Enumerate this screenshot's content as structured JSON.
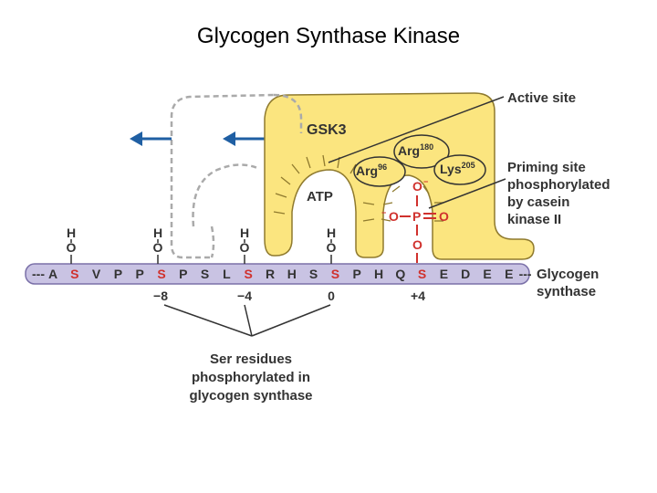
{
  "title": "Glycogen Synthase Kinase",
  "enzyme_label": "GSK3",
  "atp_label": "ATP",
  "arg180": {
    "base": "Arg",
    "sup": "180"
  },
  "arg96": {
    "base": "Arg",
    "sup": "96"
  },
  "lys205": {
    "base": "Lys",
    "sup": "205"
  },
  "sequence": {
    "left_dashes": "---",
    "right_dashes": "---",
    "residues": [
      "A",
      "S",
      "V",
      "P",
      "P",
      "S",
      "P",
      "S",
      "L",
      "S",
      "R",
      "H",
      "S",
      "S",
      "P",
      "H",
      "Q",
      "S",
      "E",
      "D",
      "E",
      "E"
    ],
    "ser_highlight_indices": [
      1,
      5,
      9,
      13,
      17
    ]
  },
  "hydroxyls": [
    {
      "h": "H",
      "o": "O"
    },
    {
      "h": "H",
      "o": "O"
    },
    {
      "h": "H",
      "o": "O"
    },
    {
      "h": "H",
      "o": "O"
    }
  ],
  "phosphate": {
    "o_minus_top": "O",
    "o_minus_left": "O",
    "p": "P",
    "o_right": "O",
    "o_bottom": "O",
    "minus": "−"
  },
  "positions": [
    "−8",
    "−4",
    "0",
    "+4"
  ],
  "labels": {
    "active_site": "Active site",
    "priming_site": [
      "Priming site",
      "phosphorylated",
      "by casein",
      "kinase II"
    ],
    "glycogen_synthase": [
      "Glycogen",
      "synthase"
    ],
    "ser_residues": [
      "Ser residues",
      "phosphorylated in",
      "glycogen synthase"
    ]
  },
  "colors": {
    "enzyme_fill": "#fbe57f",
    "enzyme_stroke": "#8f7a2e",
    "sequence_bar": "#c9c3e3",
    "sequence_stroke": "#7a70a8",
    "ser_red": "#d0312d",
    "arrow_blue": "#1f5fa3",
    "ghost_dash": "#aaaaaa"
  }
}
